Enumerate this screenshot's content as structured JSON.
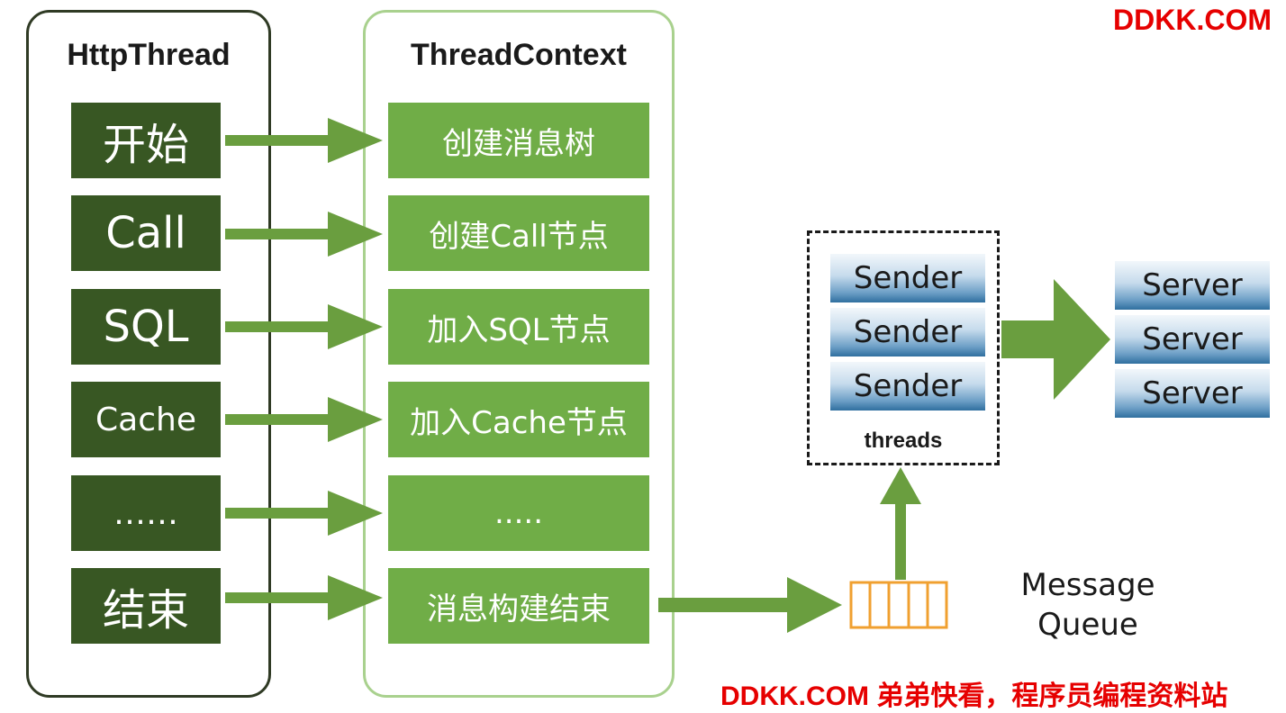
{
  "watermark_top": "DDKK.COM",
  "watermark_bottom": "DDKK.COM 弟弟快看，程序员编程资料站",
  "http_thread": {
    "title": "HttpThread",
    "steps": [
      "开始",
      "Call",
      "SQL",
      "Cache",
      "……",
      "结束"
    ]
  },
  "thread_context": {
    "title": "ThreadContext",
    "nodes": [
      "创建消息树",
      "创建Call节点",
      "加入SQL节点",
      "加入Cache节点",
      ".....",
      "消息构建结束"
    ]
  },
  "senders": {
    "items": [
      "Sender",
      "Sender",
      "Sender"
    ],
    "label": "threads"
  },
  "servers": [
    "Server",
    "Server",
    "Server"
  ],
  "queue": {
    "label_line1": "Message",
    "label_line2": "Queue"
  },
  "colors": {
    "dark_green": "#385723",
    "light_green": "#70ad47",
    "arrow_green": "#6a9e3f",
    "queue_orange": "#f0a030",
    "brand_red": "#e60000"
  }
}
